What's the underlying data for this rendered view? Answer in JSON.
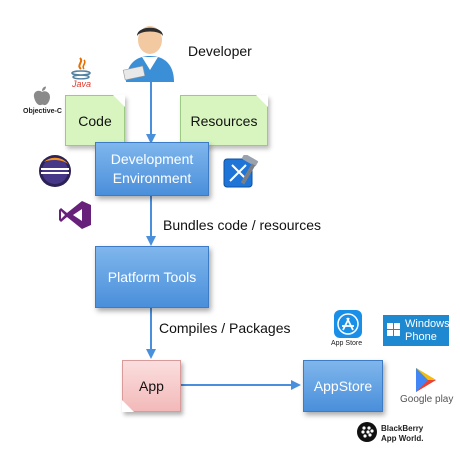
{
  "roles": {
    "developer": "Developer"
  },
  "inputs": {
    "code": "Code",
    "resources": "Resources"
  },
  "boxes": {
    "dev_env_line1": "Development",
    "dev_env_line2": "Environment",
    "platform_tools": "Platform Tools",
    "app": "App",
    "appstore": "AppStore"
  },
  "edges": {
    "bundles": "Bundles code / resources",
    "compiles": "Compiles / Packages"
  },
  "logos": {
    "java": "Java",
    "objective_c": "Objective-C",
    "app_store": "App Store",
    "windows_phone_line1": "Windows",
    "windows_phone_line2": "Phone",
    "google_play": "Google play",
    "blackberry_line1": "BlackBerry",
    "blackberry_line2": "App World."
  },
  "colors": {
    "box_blue": "#5b9be0",
    "note_green": "#d8f5bf",
    "app_pink": "#f6c6c6",
    "arrow_blue": "#4a8fdb",
    "visual_studio_purple": "#68217a",
    "windows_phone_blue": "#1e88d0"
  }
}
